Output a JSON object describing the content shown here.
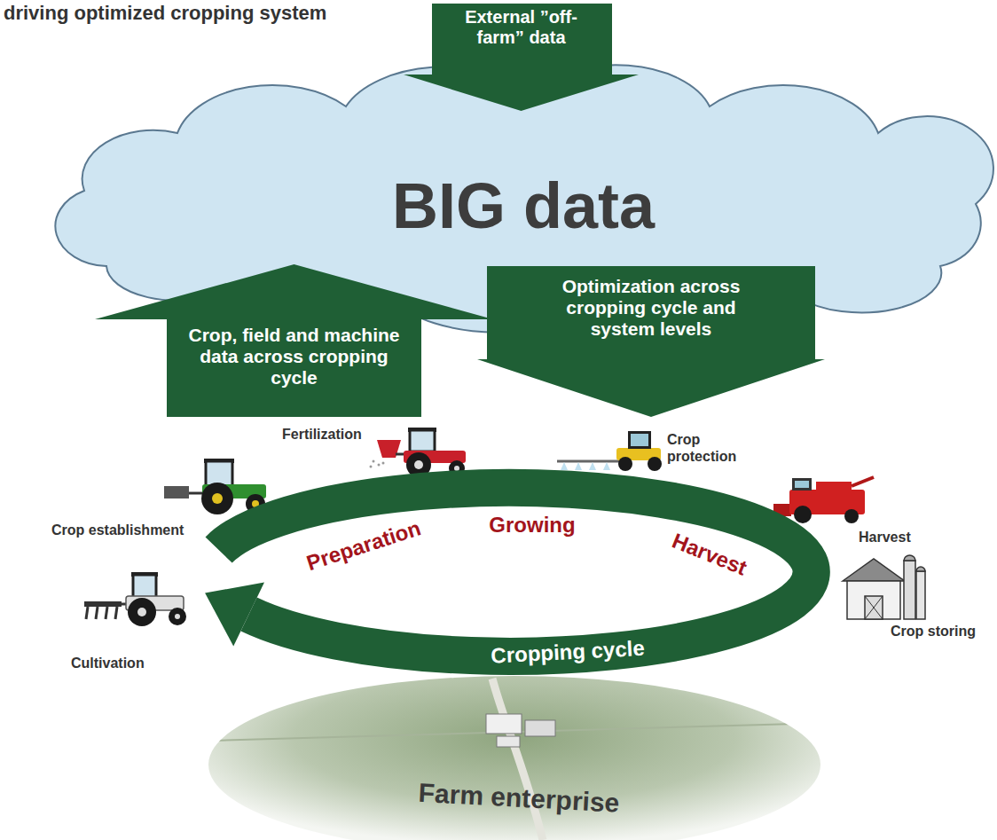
{
  "diagram": {
    "title": "driving optimized cropping system",
    "nodes": [
      {
        "text": [
          "External ”off-farm” data"
        ]
      },
      {
        "text": [
          "BIG data"
        ]
      },
      {
        "text": [
          "Crop, field and machine data across cropping cycle"
        ]
      },
      {
        "text": [
          "Optimization across cropping cycle and system levels"
        ]
      },
      {
        "text": [
          "Preparation",
          "Growing",
          "Harvest",
          "Cropping cycle"
        ]
      },
      {
        "text": [
          "Farm enterprise"
        ]
      }
    ],
    "labels": [
      "Fertilization",
      "Crop protection",
      "Crop establishment",
      "Harvest",
      "Crop storing",
      "Cultivation"
    ]
  }
}
